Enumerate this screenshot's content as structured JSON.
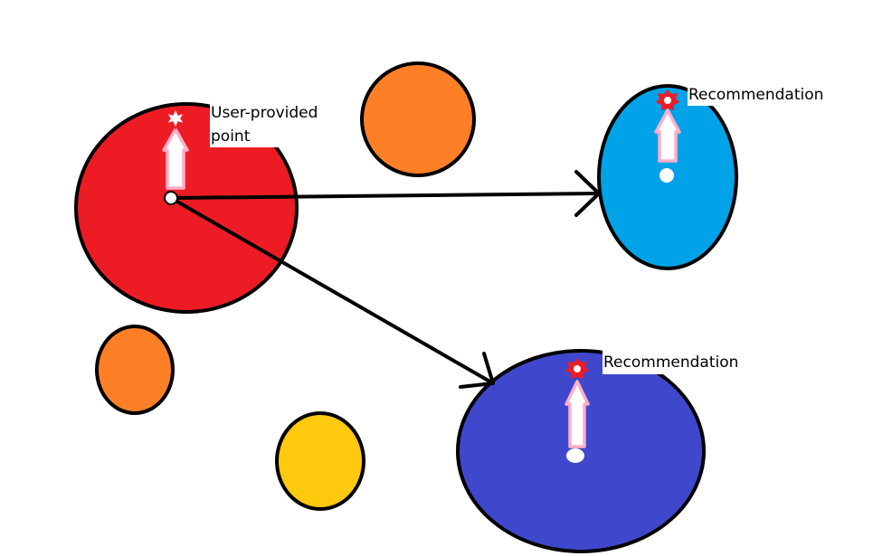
{
  "labels": {
    "user_point_line1": "User-provided",
    "user_point_line2": "point",
    "recommendation_top": "Recommendation",
    "recommendation_bottom": "Recommendation"
  },
  "colors": {
    "source_cluster": "#ed1c24",
    "orange_cluster": "#ff7f27",
    "yellow_cluster": "#ffc90e",
    "light_blue_cluster": "#00a2e8",
    "dark_blue_cluster": "#3f48cc",
    "outline": "#000000",
    "marker_red": "#ed1c24",
    "arrow_pink": "#ffaec9",
    "centroid": "#ffffff"
  }
}
